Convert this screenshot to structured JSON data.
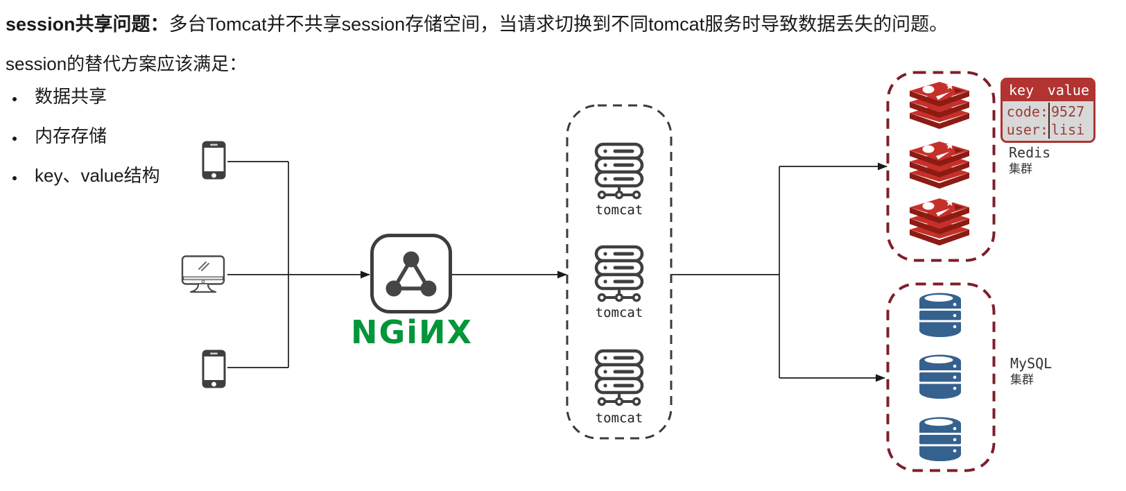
{
  "header": {
    "title_bold": "session共享问题：",
    "title_rest": "多台Tomcat并不共享session存储空间，当请求切换到不同tomcat服务时导致数据丢失的问题。",
    "subtitle": "session的替代方案应该满足：",
    "bullets": [
      "数据共享",
      "内存存储",
      "key、value结构"
    ]
  },
  "diagram": {
    "nginx_wordmark": "NGiИX",
    "tomcat_labels": [
      "tomcat",
      "tomcat",
      "tomcat"
    ],
    "redis_cluster": {
      "name": "Redis",
      "sub": "集群"
    },
    "mysql_cluster": {
      "name": "MySQL",
      "sub": "集群"
    },
    "kv_table": {
      "headers": [
        "key",
        "value"
      ],
      "rows": [
        {
          "key": "code:",
          "value": "9527"
        },
        {
          "key": "user:",
          "value": "lisi"
        }
      ]
    },
    "icons": {
      "clients": [
        "smartphone",
        "desktop-computer",
        "smartphone"
      ],
      "load_balancer": "nginx-triangle-node",
      "app_server": "server-rack",
      "redis": "redis-stack",
      "mysql": "database-cylinder"
    },
    "colors": {
      "nginx_green": "#009639",
      "icon_gray": "#3f3f3f",
      "tomcat_box_border": "#3a3a3a",
      "cluster_box_border": "#7e1e2b",
      "redis_red": "#c6302b",
      "redis_dark_red": "#8c1c13",
      "mysql_blue": "#35618f",
      "kv_header_bg": "#b23330",
      "kv_body_bg": "#d8d8d8",
      "kv_text": "#9d3c34",
      "connector": "#1a1a1a"
    }
  }
}
